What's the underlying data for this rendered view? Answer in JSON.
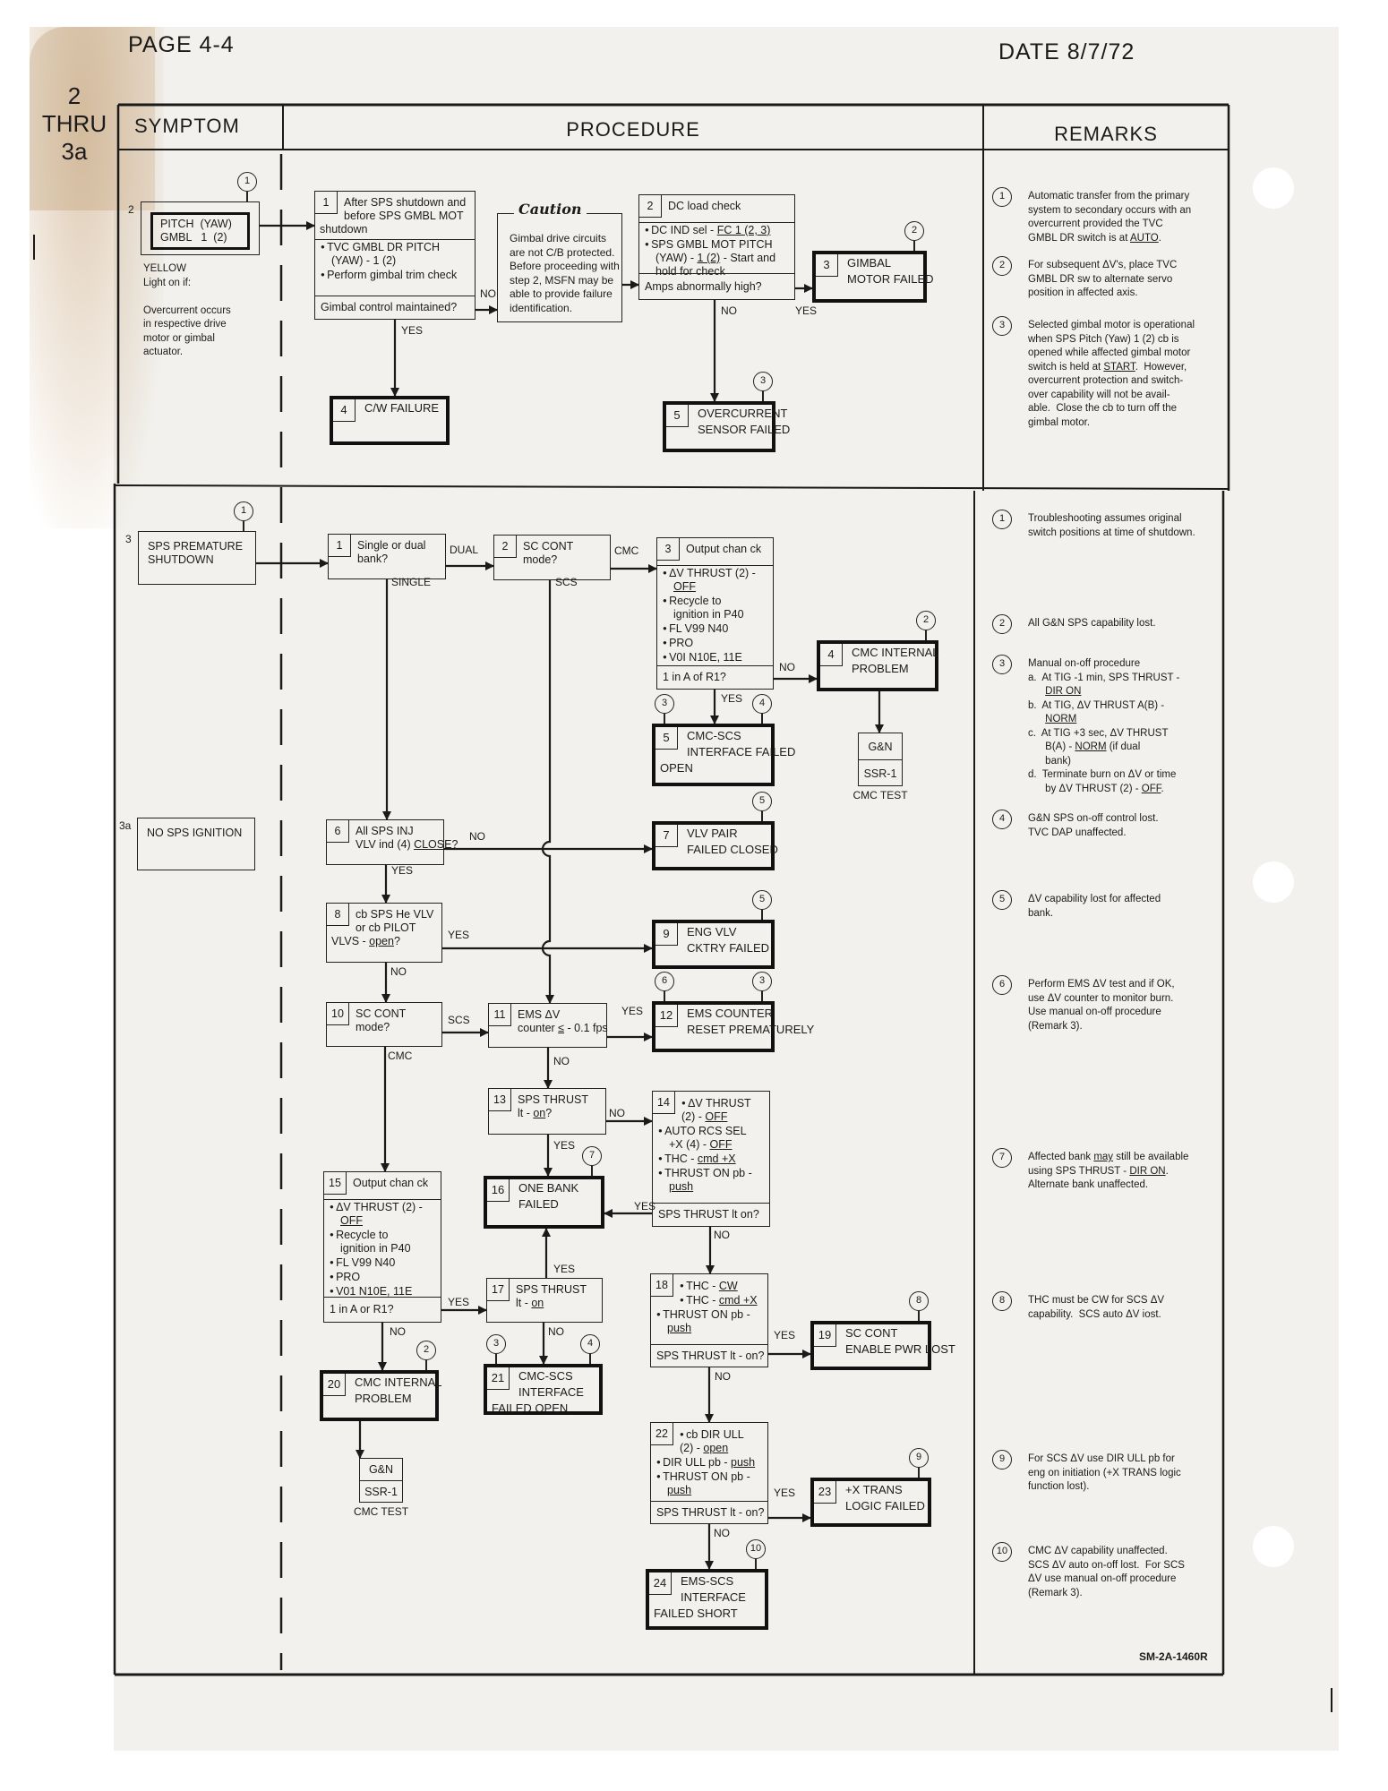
{
  "header": {
    "page": "PAGE 4-4",
    "date": "DATE 8/7/72",
    "tab": [
      "2",
      "THRU",
      "3a"
    ],
    "columns": {
      "symptom": "SYMPTOM",
      "procedure": "PROCEDURE",
      "remarks": "REMARKS"
    }
  },
  "sections": [
    {
      "boxes": {
        "sym2": {
          "type": "symptom",
          "double": true,
          "num": "2",
          "lines": [
            [
              "PITCH  (YAW)"
            ],
            [
              "GMBL   1  (2)"
            ]
          ],
          "notes": [
            "1"
          ]
        },
        "b1": {
          "type": "step",
          "num": "1",
          "sep": true,
          "lines": [
            [
              "After SPS shutdown and"
            ],
            [
              "before SPS GMBL MOT"
            ],
            [
              "shutdown"
            ]
          ],
          "bullets": [
            [
              [
                "TVC GMBL DR PITCH"
              ],
              [
                "(YAW) - 1 (2)"
              ]
            ],
            [
              [
                "Perform gimbal trim check"
              ]
            ]
          ],
          "q": "Gimbal control maintained?"
        },
        "caution": {
          "type": "caution",
          "title": "Caution",
          "lines": [
            [
              "Gimbal drive circuits"
            ],
            [
              "are not C/B protected."
            ],
            [
              "Before proceeding with"
            ],
            [
              "step 2, MSFN may be"
            ],
            [
              "able to provide failure"
            ],
            [
              "identification."
            ]
          ]
        },
        "b2": {
          "type": "step",
          "num": "2",
          "sep": true,
          "lines": [
            [
              "DC load check"
            ]
          ],
          "bullets": [
            [
              [
                "DC IND sel - ",
                "FC 1 (2, 3)"
              ]
            ],
            [
              [
                "SPS GMBL MOT PITCH"
              ],
              [
                "(YAW) - ",
                "1 (2)",
                " - Start and"
              ],
              [
                "hold for check"
              ]
            ]
          ],
          "q": "Amps abnormally high?"
        },
        "b3": {
          "type": "result",
          "num": "3",
          "lines": [
            [
              "GIMBAL"
            ],
            [
              "MOTOR FAILED"
            ]
          ],
          "notes": [
            "2"
          ]
        },
        "b4": {
          "type": "result",
          "num": "4",
          "lines": [
            [
              "C/W FAILURE"
            ]
          ]
        },
        "b5": {
          "type": "result",
          "num": "5",
          "lines": [
            [
              "OVERCURRENT"
            ],
            [
              "SENSOR FAILED"
            ]
          ],
          "notes": [
            "3"
          ]
        }
      },
      "symptom_desc": [
        "YELLOW",
        "Light on if:",
        "",
        "Overcurrent occurs",
        "in respective drive",
        "motor or gimbal",
        "actuator."
      ],
      "labels": [
        "NO",
        "YES",
        "NO",
        "YES"
      ],
      "remarks": [
        {
          "n": "1",
          "lines": [
            [
              "Automatic transfer from the primary"
            ],
            [
              "system to secondary occurs with an"
            ],
            [
              "overcurrent provided the TVC"
            ],
            [
              "GMBL DR switch is at ",
              "AUTO",
              "."
            ]
          ]
        },
        {
          "n": "2",
          "lines": [
            [
              "For subsequent ΔV's, place TVC"
            ],
            [
              "GMBL DR sw to alternate servo"
            ],
            [
              "position in affected axis."
            ]
          ]
        },
        {
          "n": "3",
          "lines": [
            [
              "Selected gimbal motor is operational"
            ],
            [
              "when SPS Pitch (Yaw) 1 (2) cb is"
            ],
            [
              "opened while affected gimbal motor"
            ],
            [
              "switch is held at ",
              "START",
              ".  However,"
            ],
            [
              "overcurrent protection and switch-"
            ],
            [
              "over capability will not be avail-"
            ],
            [
              "able.  Close the cb to turn off the"
            ],
            [
              "gimbal motor."
            ]
          ]
        }
      ]
    },
    {
      "boxes": {
        "sym3": {
          "type": "symptom",
          "num": "3",
          "lines": [
            [
              "SPS PREMATURE"
            ],
            [
              "SHUTDOWN"
            ]
          ],
          "notes": [
            "1"
          ]
        },
        "sym3a": {
          "type": "symptom",
          "num": "3a",
          "lines": [
            [
              "NO SPS IGNITION"
            ]
          ]
        },
        "b1": {
          "type": "step",
          "num": "1",
          "lines": [
            [
              "Single or dual"
            ],
            [
              "bank?"
            ]
          ]
        },
        "b2": {
          "type": "step",
          "num": "2",
          "lines": [
            [
              "SC CONT"
            ],
            [
              "mode?"
            ]
          ]
        },
        "b3": {
          "type": "step",
          "num": "3",
          "sep": true,
          "lines": [
            [
              "Output chan ck"
            ]
          ],
          "bullets": [
            [
              [
                "ΔV THRUST (2) -"
              ],
              [
                "",
                "OFF"
              ]
            ],
            [
              [
                "Recycle to"
              ],
              [
                "ignition in P40"
              ]
            ],
            [
              [
                "FL V99 N40"
              ]
            ],
            [
              [
                "PRO"
              ]
            ],
            [
              [
                "V0I N10E, 11E"
              ]
            ]
          ],
          "q": "1 in A of R1?"
        },
        "b4": {
          "type": "result",
          "num": "4",
          "lines": [
            [
              "CMC INTERNAL"
            ],
            [
              "PROBLEM"
            ]
          ],
          "notes": [
            "2"
          ]
        },
        "gn1": {
          "type": "gn",
          "top": "G&N",
          "bottom": "SSR-1",
          "caption": "CMC TEST"
        },
        "b5": {
          "type": "result",
          "num": "5",
          "lines": [
            [
              "CMC-SCS"
            ],
            [
              "INTERFACE FAILED"
            ],
            [
              "OPEN"
            ]
          ],
          "notes": [
            "3",
            "4"
          ]
        },
        "b6": {
          "type": "step",
          "num": "6",
          "lines": [
            [
              "All SPS INJ"
            ],
            [
              "VLV ind (4) ",
              "CLOSE",
              "?"
            ]
          ]
        },
        "b7": {
          "type": "result",
          "num": "7",
          "lines": [
            [
              "VLV PAIR"
            ],
            [
              "FAILED CLOSED"
            ]
          ],
          "notes": [
            "5"
          ]
        },
        "b8": {
          "type": "step",
          "num": "8",
          "lines": [
            [
              "cb SPS He VLV"
            ],
            [
              "or cb PILOT"
            ],
            [
              "VLVS - ",
              "open",
              "?"
            ]
          ]
        },
        "b9": {
          "type": "result",
          "num": "9",
          "lines": [
            [
              "ENG VLV"
            ],
            [
              "CKTRY FAILED"
            ]
          ],
          "notes": [
            "5"
          ]
        },
        "b10": {
          "type": "step",
          "num": "10",
          "lines": [
            [
              "SC CONT"
            ],
            [
              "mode?"
            ]
          ]
        },
        "b11": {
          "type": "step",
          "num": "11",
          "lines": [
            [
              "EMS ΔV"
            ],
            [
              "counter ",
              "≤",
              " - 0.1 fps"
            ]
          ]
        },
        "b12": {
          "type": "result",
          "num": "12",
          "lines": [
            [
              "EMS COUNTER"
            ],
            [
              "RESET PREMATURELY"
            ]
          ],
          "notes": [
            "6",
            "3"
          ]
        },
        "b13": {
          "type": "step",
          "num": "13",
          "lines": [
            [
              "SPS THRUST"
            ],
            [
              "lt - ",
              "on",
              "?"
            ]
          ]
        },
        "b14": {
          "type": "step",
          "num": "14",
          "bullets": [
            [
              [
                "ΔV THRUST"
              ],
              [
                "(2) - ",
                "OFF"
              ]
            ],
            [
              [
                "AUTO RCS SEL"
              ],
              [
                "+X (4) - ",
                "OFF"
              ]
            ],
            [
              [
                "THC - ",
                "cmd +X"
              ]
            ],
            [
              [
                "THRUST ON pb -"
              ],
              [
                "",
                "push"
              ]
            ]
          ],
          "q": "SPS THRUST lt on?"
        },
        "b15": {
          "type": "step",
          "num": "15",
          "sep": true,
          "lines": [
            [
              "Output chan ck"
            ]
          ],
          "bullets": [
            [
              [
                "ΔV THRUST (2) -"
              ],
              [
                "",
                "OFF"
              ]
            ],
            [
              [
                "Recycle to"
              ],
              [
                "ignition in P40"
              ]
            ],
            [
              [
                "FL V99 N40"
              ]
            ],
            [
              [
                "PRO"
              ]
            ],
            [
              [
                "V01 N10E, 11E"
              ]
            ]
          ],
          "q": "1 in A or R1?"
        },
        "b16": {
          "type": "result",
          "num": "16",
          "lines": [
            [
              "ONE BANK"
            ],
            [
              "FAILED"
            ]
          ],
          "notes": [
            "7"
          ]
        },
        "b17": {
          "type": "step",
          "num": "17",
          "lines": [
            [
              "SPS THRUST"
            ],
            [
              "lt - ",
              "on"
            ]
          ]
        },
        "b18": {
          "type": "step",
          "num": "18",
          "bullets": [
            [
              [
                "THC - ",
                "CW"
              ]
            ],
            [
              [
                "THC - ",
                "cmd +X"
              ]
            ],
            [
              [
                "THRUST ON pb -"
              ],
              [
                "",
                "push"
              ]
            ]
          ],
          "q": "SPS THRUST lt - on?"
        },
        "b19": {
          "type": "result",
          "num": "19",
          "lines": [
            [
              "SC CONT"
            ],
            [
              "ENABLE PWR LOST"
            ]
          ],
          "notes": [
            "8"
          ]
        },
        "b20": {
          "type": "result",
          "num": "20",
          "lines": [
            [
              "CMC INTERNAL"
            ],
            [
              "PROBLEM"
            ]
          ],
          "notes": [
            "2"
          ]
        },
        "b21": {
          "type": "result",
          "num": "21",
          "lines": [
            [
              "CMC-SCS"
            ],
            [
              "INTERFACE"
            ],
            [
              "FAILED OPEN"
            ]
          ],
          "notes": [
            "3",
            "4"
          ]
        },
        "gn2": {
          "type": "gn",
          "top": "G&N",
          "bottom": "SSR-1",
          "caption": "CMC TEST"
        },
        "b22": {
          "type": "step",
          "num": "22",
          "bullets": [
            [
              [
                "cb DIR ULL"
              ],
              [
                "(2) - ",
                "open"
              ]
            ],
            [
              [
                "DIR ULL pb - ",
                "push"
              ]
            ],
            [
              [
                "THRUST ON pb -"
              ],
              [
                "",
                "push"
              ]
            ]
          ],
          "q": "SPS THRUST lt - on?"
        },
        "b23": {
          "type": "result",
          "num": "23",
          "lines": [
            [
              "+X TRANS"
            ],
            [
              "LOGIC FAILED"
            ]
          ],
          "notes": [
            "9"
          ]
        },
        "b24": {
          "type": "result",
          "num": "24",
          "lines": [
            [
              "EMS-SCS"
            ],
            [
              "INTERFACE"
            ],
            [
              "FAILED SHORT"
            ]
          ],
          "notes": [
            "10"
          ]
        }
      },
      "labels": [
        "DUAL",
        "SINGLE",
        "CMC",
        "SCS",
        "NO",
        "YES",
        "NO",
        "YES",
        "YES",
        "NO",
        "SCS",
        "CMC",
        "YES",
        "NO",
        "NO",
        "YES",
        "YES",
        "NO",
        "YES",
        "YES",
        "NO",
        "NO",
        "YES",
        "NO",
        "YES",
        "NO"
      ],
      "remarks": [
        {
          "n": "1",
          "lines": [
            [
              "Troubleshooting assumes original"
            ],
            [
              "switch positions at time of shutdown."
            ]
          ]
        },
        {
          "n": "2",
          "lines": [
            [
              "All G&N SPS capability lost."
            ]
          ]
        },
        {
          "n": "3",
          "lines": [
            [
              "Manual on-off procedure"
            ],
            [
              "a.  At TIG -1 min, SPS THRUST -"
            ],
            [
              "      ",
              "DIR ON"
            ],
            [
              "b.  At TIG, ΔV THRUST A(B) -"
            ],
            [
              "      ",
              "NORM"
            ],
            [
              "c.  At TIG +3 sec, ΔV THRUST"
            ],
            [
              "      B(A) - ",
              "NORM",
              " (if dual"
            ],
            [
              "      bank)"
            ],
            [
              "d.  Terminate burn on ΔV or time"
            ],
            [
              "      by ΔV THRUST (2) - ",
              "OFF",
              "."
            ]
          ]
        },
        {
          "n": "4",
          "lines": [
            [
              "G&N SPS on-off control lost."
            ],
            [
              "TVC DAP unaffected."
            ]
          ]
        },
        {
          "n": "5",
          "lines": [
            [
              "ΔV capability lost for affected"
            ],
            [
              "bank."
            ]
          ]
        },
        {
          "n": "6",
          "lines": [
            [
              "Perform EMS ΔV test and if OK,"
            ],
            [
              "use ΔV counter to monitor burn."
            ],
            [
              "Use manual on-off procedure"
            ],
            [
              "(Remark 3)."
            ]
          ]
        },
        {
          "n": "7",
          "lines": [
            [
              "Affected bank ",
              "may",
              " still be available"
            ],
            [
              "using SPS THRUST - ",
              "DIR ON",
              "."
            ],
            [
              "Alternate bank unaffected."
            ]
          ]
        },
        {
          "n": "8",
          "lines": [
            [
              "THC must be CW for SCS ΔV"
            ],
            [
              "capability.  SCS auto ΔV iost."
            ]
          ]
        },
        {
          "n": "9",
          "lines": [
            [
              "For SCS ΔV use DIR ULL pb for"
            ],
            [
              "eng on initiation (+X TRANS logic"
            ],
            [
              "function lost)."
            ]
          ]
        },
        {
          "n": "10",
          "lines": [
            [
              "CMC ΔV capability unaffected."
            ],
            [
              "SCS ΔV auto on-off lost.  For SCS"
            ],
            [
              "ΔV use manual on-off procedure"
            ],
            [
              "(Remark 3)."
            ]
          ]
        }
      ]
    }
  ],
  "footer_code": "SM-2A-1460R"
}
